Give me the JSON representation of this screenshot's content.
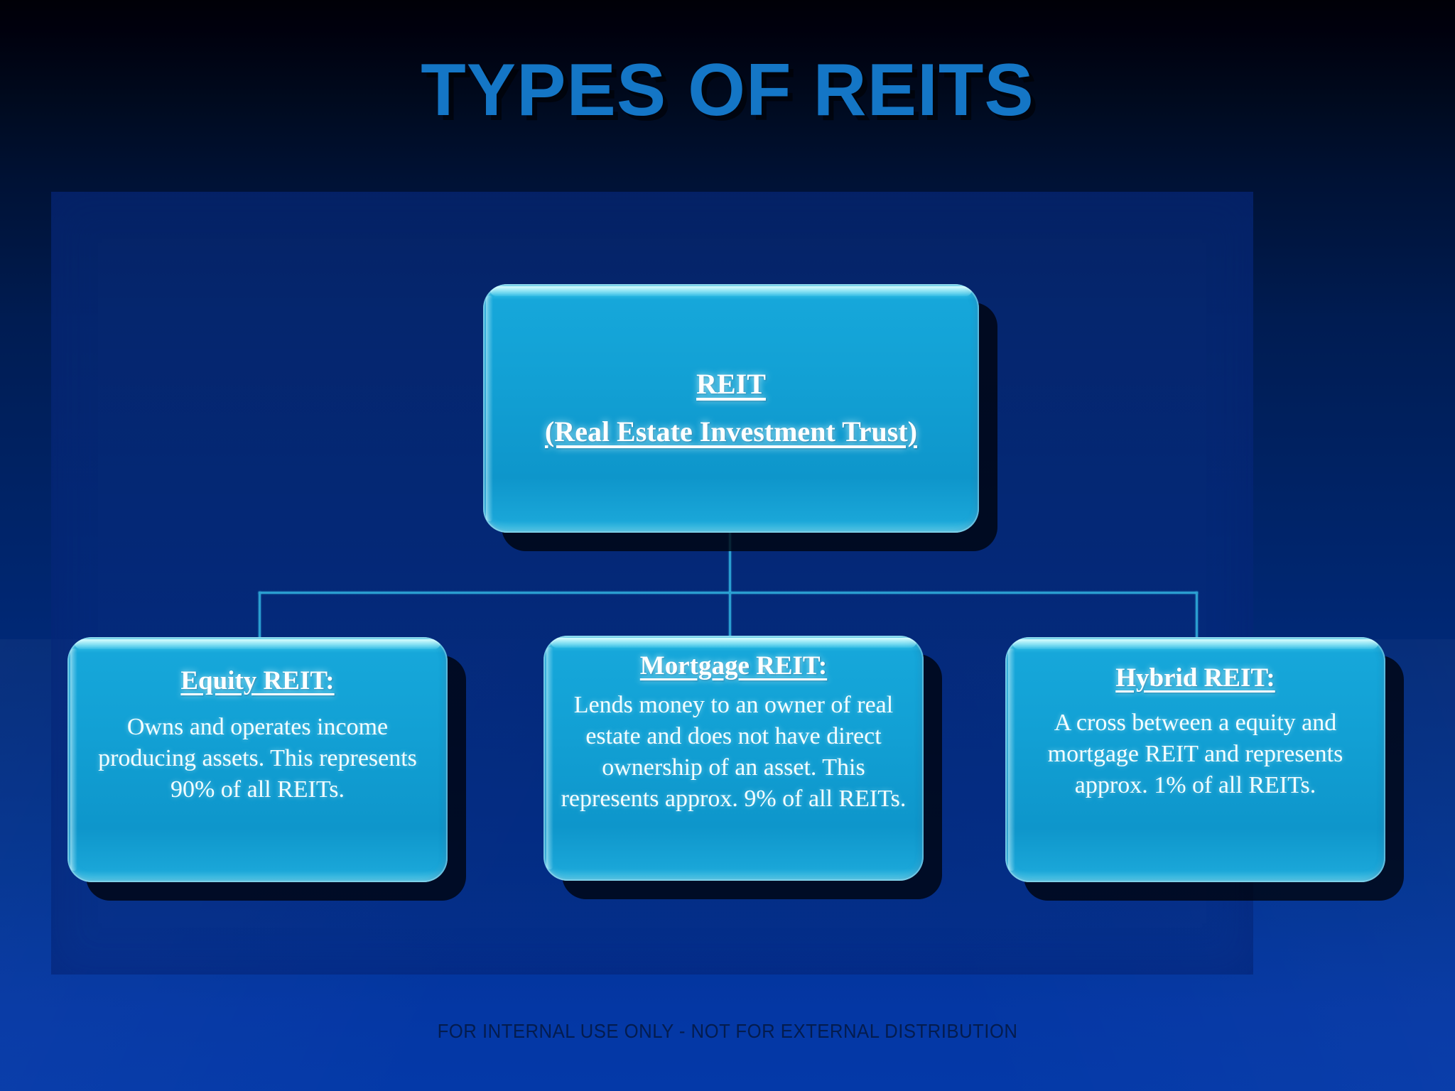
{
  "slide": {
    "title": "TYPES OF REITS",
    "footer": "FOR INTERNAL USE ONLY - NOT FOR EXTERNAL DISTRIBUTION",
    "colors": {
      "title_blue": "#1476c6",
      "box_fill": "#12a0d4",
      "box_highlight": "#7fe4f6",
      "connector": "#2a9ed0",
      "panel": "#0a308a",
      "background_top": "#000007",
      "background_bottom": "#0439a8",
      "footer_text": "#041c4e"
    }
  },
  "diagram": {
    "root": {
      "title": "REIT",
      "subtitle": "(Real Estate Investment Trust)"
    },
    "children": [
      {
        "title": "Equity REIT:",
        "body": "Owns and operates income producing assets.  This represents 90% of all REITs."
      },
      {
        "title": "Mortgage REIT:",
        "body": "Lends money to an owner of real estate and does not have direct ownership of an asset.  This represents approx. 9% of all REITs."
      },
      {
        "title": "Hybrid REIT:",
        "body": "A cross between a equity and mortgage REIT and represents approx. 1% of all REITs."
      }
    ]
  }
}
